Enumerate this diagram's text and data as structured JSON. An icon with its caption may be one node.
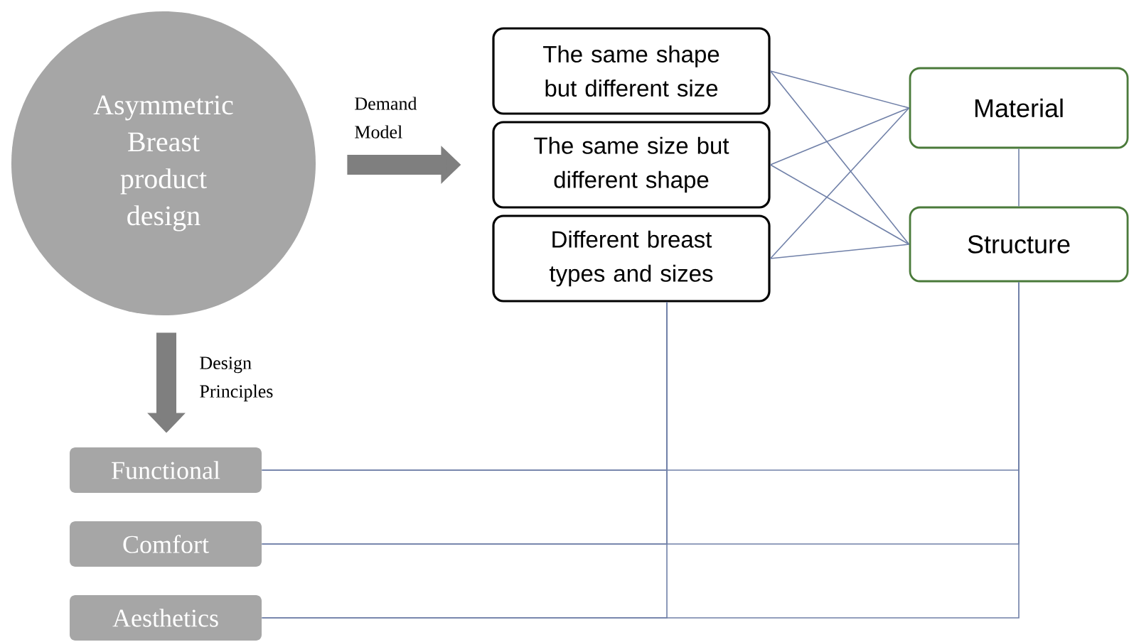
{
  "diagram": {
    "nodes": [
      {
        "text": [
          "Asymmetric Breast product design"
        ]
      },
      {
        "text": [
          "The same shape but different size"
        ]
      },
      {
        "text": [
          "The same size but different shape"
        ]
      },
      {
        "text": [
          "Different breast types and sizes"
        ]
      },
      {
        "text": [
          "Material"
        ]
      },
      {
        "text": [
          "Structure"
        ]
      },
      {
        "text": [
          "Functional"
        ]
      },
      {
        "text": [
          "Comfort"
        ]
      },
      {
        "text": [
          "Aesthetics"
        ]
      }
    ],
    "edges": [
      {
        "from": 0,
        "to": 2,
        "arrow": "to",
        "label": "Demand Model",
        "style": "thick",
        "color": "#7f7f7f"
      },
      {
        "from": 0,
        "to": 6,
        "arrow": "to",
        "label": "Design Principles",
        "style": "thick",
        "color": "#7f7f7f"
      },
      {
        "from": 1,
        "to": 4,
        "arrow": "none"
      },
      {
        "from": 1,
        "to": 5,
        "arrow": "none"
      },
      {
        "from": 2,
        "to": 4,
        "arrow": "none"
      },
      {
        "from": 2,
        "to": 5,
        "arrow": "none"
      },
      {
        "from": 3,
        "to": 4,
        "arrow": "none"
      },
      {
        "from": 3,
        "to": 5,
        "arrow": "none"
      },
      {
        "from": 4,
        "to": 5,
        "arrow": "none"
      },
      {
        "from": 6,
        "to": 3,
        "arrow": "none"
      },
      {
        "from": 7,
        "to": 3,
        "arrow": "none"
      },
      {
        "from": 8,
        "to": 3,
        "arrow": "none"
      },
      {
        "from": 6,
        "to": 5,
        "arrow": "none"
      },
      {
        "from": 7,
        "to": 5,
        "arrow": "none"
      },
      {
        "from": 8,
        "to": 5,
        "arrow": "none"
      }
    ]
  }
}
